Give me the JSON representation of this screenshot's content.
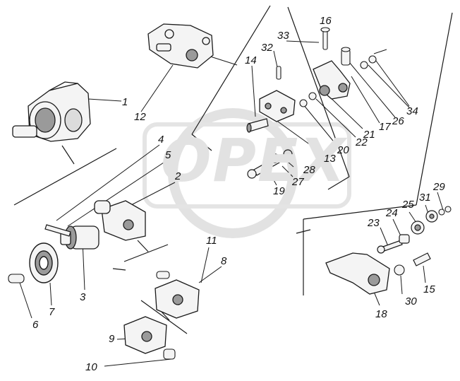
{
  "diagram": {
    "watermark_text": "OPEX",
    "colors": {
      "line": "#1a1a1a",
      "part_fill": "#f4f4f4",
      "part_shade": "#9a9a9a",
      "watermark": "#e2e2e2"
    },
    "callouts": [
      {
        "id": "1",
        "text": "1"
      },
      {
        "id": "2",
        "text": "2"
      },
      {
        "id": "3",
        "text": "3"
      },
      {
        "id": "4",
        "text": "4"
      },
      {
        "id": "5",
        "text": "5"
      },
      {
        "id": "6",
        "text": "6"
      },
      {
        "id": "7",
        "text": "7"
      },
      {
        "id": "8",
        "text": "8"
      },
      {
        "id": "9",
        "text": "9"
      },
      {
        "id": "10",
        "text": "10"
      },
      {
        "id": "11",
        "text": "11"
      },
      {
        "id": "12",
        "text": "12"
      },
      {
        "id": "13",
        "text": "13"
      },
      {
        "id": "14",
        "text": "14"
      },
      {
        "id": "15",
        "text": "15"
      },
      {
        "id": "16",
        "text": "16"
      },
      {
        "id": "17",
        "text": "17"
      },
      {
        "id": "18",
        "text": "18"
      },
      {
        "id": "19",
        "text": "19"
      },
      {
        "id": "20",
        "text": "20"
      },
      {
        "id": "21",
        "text": "21"
      },
      {
        "id": "22",
        "text": "22"
      },
      {
        "id": "23",
        "text": "23"
      },
      {
        "id": "24",
        "text": "24"
      },
      {
        "id": "25",
        "text": "25"
      },
      {
        "id": "26",
        "text": "26"
      },
      {
        "id": "27",
        "text": "27"
      },
      {
        "id": "28",
        "text": "28"
      },
      {
        "id": "29",
        "text": "29"
      },
      {
        "id": "30",
        "text": "30"
      },
      {
        "id": "31",
        "text": "31"
      },
      {
        "id": "32",
        "text": "32"
      },
      {
        "id": "33",
        "text": "33"
      },
      {
        "id": "34",
        "text": "34"
      }
    ]
  }
}
